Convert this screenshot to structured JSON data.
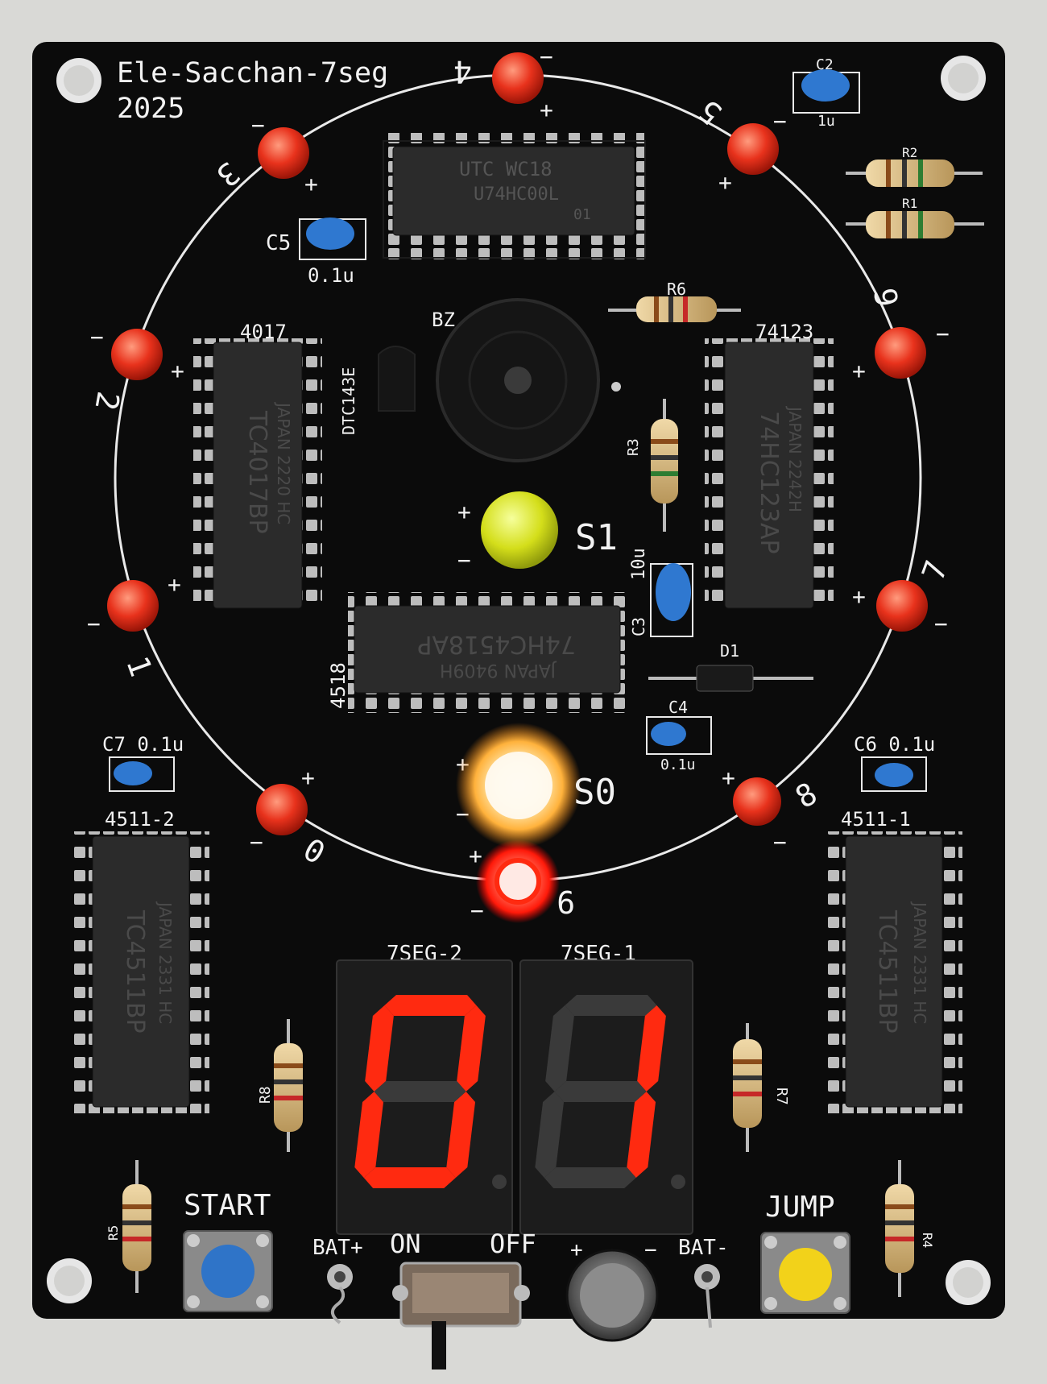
{
  "board": {
    "title": "Ele-Sacchan-7seg",
    "year": "2025"
  },
  "ring_numbers": [
    "1",
    "2",
    "3",
    "4",
    "5",
    "6",
    "7",
    "8",
    "9",
    "0"
  ],
  "ics": {
    "top": {
      "l1": "UTC  WC18",
      "l2": "U74HC00L",
      "l3": "01"
    },
    "left_label": "4017",
    "left_text": {
      "l1": "JAPAN 2220 HC",
      "l2": "TC4017BP"
    },
    "right_label": "74123",
    "right_text": {
      "l1": "JAPAN 2242H",
      "l2": "74HC123AP"
    },
    "center_label": "4518",
    "center_text": {
      "l1": "JAPAN 9409H",
      "l2": "74HC4518AP"
    },
    "bl_label": "4511-2",
    "bl_text": {
      "l1": "JAPAN 2331 HC",
      "l2": "TC4511BP"
    },
    "br_label": "4511-1",
    "br_text": {
      "l1": "JAPAN 2331 HC",
      "l2": "TC4511BP"
    }
  },
  "parts": {
    "c2": "C2",
    "c2_val": "1u",
    "c5": "C5",
    "c5_val": "0.1u",
    "c7": "C7  0.1u",
    "c6": "C6  0.1u",
    "c4": "C4",
    "c4_val": "0.1u",
    "c3": "C3",
    "c3_val": "10u",
    "r1": "R1",
    "r2": "R2",
    "r3": "R3",
    "r5": "R5",
    "r6": "R6",
    "r7": "R7",
    "r8": "R8",
    "r4": "R4",
    "bz": "BZ",
    "transistor": "DTC143E",
    "d1": "D1",
    "s1": "S1",
    "s0": "S0"
  },
  "display": {
    "label_left": "7SEG-2",
    "label_right": "7SEG-1",
    "digits": "01"
  },
  "controls": {
    "start": "START",
    "jump": "JUMP",
    "bat_plus": "BAT+",
    "on": "ON",
    "off": "OFF",
    "bat_minus": "BAT-"
  },
  "colors": {
    "pcb": "#0b0b0b",
    "led_red": "#e8321c",
    "led_yellow": "#d9e21a",
    "led_orange": "#ffcf6a",
    "segment_on": "#ff2a10",
    "segment_off": "#3a3a3a",
    "cap_blue": "#2f78d0",
    "button_blue": "#2f74c8",
    "button_yellow": "#f2d21a"
  }
}
